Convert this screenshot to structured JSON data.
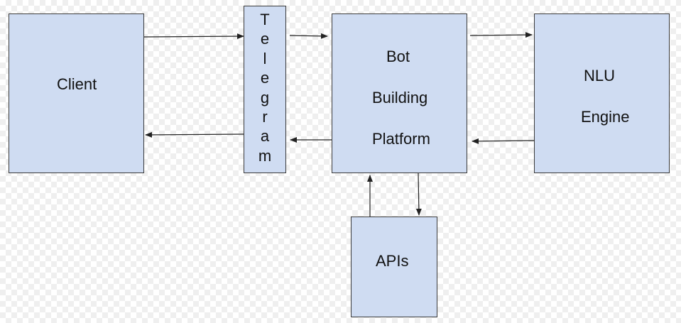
{
  "nodes": {
    "client": {
      "label": "Client"
    },
    "telegram": {
      "label": "Telegram"
    },
    "bot_platform": {
      "lines": [
        "Bot",
        "Building",
        "Platform"
      ]
    },
    "nlu_engine": {
      "lines": [
        "NLU",
        "Engine"
      ]
    },
    "apis": {
      "label": "APIs"
    }
  },
  "colors": {
    "box_fill": "#cfdcf2",
    "box_border": "#3a3a3a",
    "arrow": "#222222"
  },
  "edges": [
    {
      "from": "client",
      "to": "telegram"
    },
    {
      "from": "telegram",
      "to": "client"
    },
    {
      "from": "telegram",
      "to": "bot_platform"
    },
    {
      "from": "bot_platform",
      "to": "telegram"
    },
    {
      "from": "bot_platform",
      "to": "nlu_engine"
    },
    {
      "from": "nlu_engine",
      "to": "bot_platform"
    },
    {
      "from": "bot_platform",
      "to": "apis"
    },
    {
      "from": "apis",
      "to": "bot_platform"
    }
  ]
}
